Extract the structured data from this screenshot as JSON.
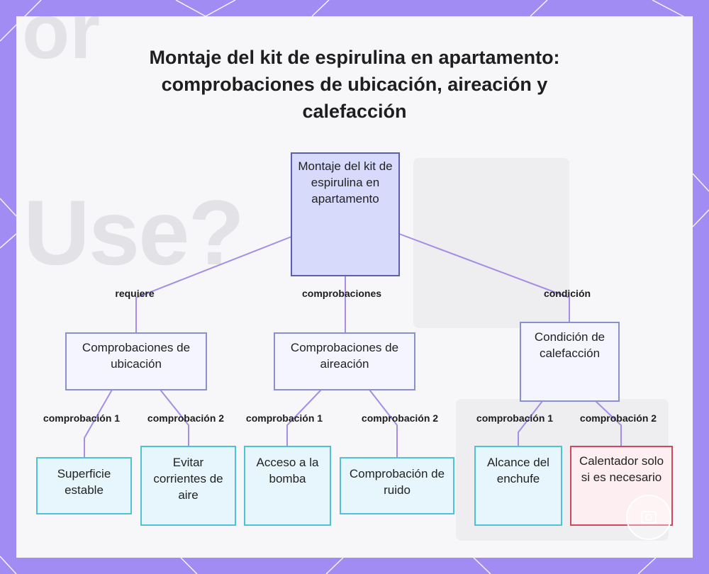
{
  "title": "Montaje del kit de espirulina en apartamento: comprobaciones de ubicación, aireación y calefacción",
  "colors": {
    "frame": "#a08cf2",
    "edge": "#a48ee6",
    "root_fill": "#d8dafc",
    "root_border": "#5b5fb3",
    "mid_border": "#8a8fd0",
    "leaf_border": "#4fc2d8",
    "warning_border": "#d2475e"
  },
  "nodes": {
    "root": "Montaje del kit de espirulina en apartamento",
    "location": "Comprobaciones de ubicación",
    "aeration": "Comprobaciones de aireación",
    "heating": "Condición de calefacción",
    "stable_surface": "Superficie estable",
    "avoid_drafts": "Evitar corrientes de aire",
    "pump_access": "Acceso a la bomba",
    "noise_check": "Comprobación de ruido",
    "plug_reach": "Alcance del enchufe",
    "heater_if_needed": "Calentador solo si es necesario"
  },
  "edges": {
    "requires": "requiere",
    "checks": "comprobaciones",
    "condition": "condición",
    "check1": "comprobación 1",
    "check2": "comprobación 2"
  },
  "background": {
    "ghost_question": "Use?",
    "ghost_or": "or"
  }
}
